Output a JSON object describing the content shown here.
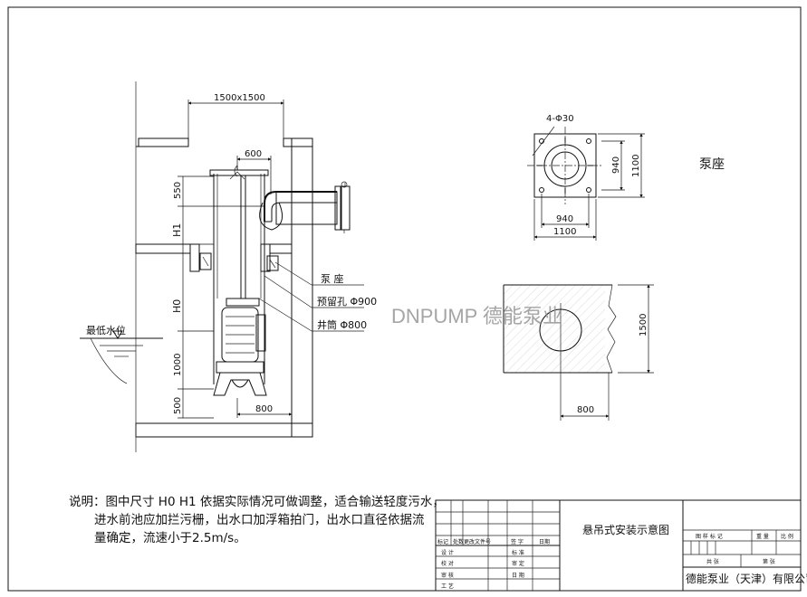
{
  "drawing_title": "悬吊式安装示意图",
  "company": "德能泵业（天津）有限公司",
  "watermark": "DNPUMP 德能泵业",
  "labels": {
    "pump_seat": "泵 座",
    "reserved_hole": "预留孔 Φ900",
    "well_tube": "井筒 Φ800",
    "lowest_water_level": "最低水位",
    "plan_title": "泵座"
  },
  "dimensions": {
    "top_opening": "1500x1500",
    "outlet_offset": "600",
    "h550": "550",
    "h1": "H1",
    "h0": "H0",
    "h1000": "1000",
    "h500": "500",
    "bottom_800": "800",
    "bolt_holes": "4-Φ30",
    "seat_940_v": "940",
    "seat_1100_v": "1100",
    "seat_940_h": "940",
    "seat_1100_h": "1100",
    "opening_1500": "1500",
    "opening_800": "800"
  },
  "notes": [
    "说明：图中尺寸 H0 H1 依据实际情况可做调整，适合输送轻度污水，",
    "进水前池应加拦污栅，出水口加浮箱拍门，出水口直径依据流",
    "量确定，流速小于2.5m/s。"
  ],
  "title_block": {
    "row_headers": [
      "标记",
      "处数",
      "更改文件号",
      "签 字",
      "日期"
    ],
    "design": "设 计",
    "check": "校 对",
    "review": "审 核",
    "process": "工 艺",
    "standard": "标 准",
    "approve": "审 定",
    "date": "日 期",
    "stage_mark": "图 样 标 记",
    "weight": "重 量",
    "ratio": "比 例",
    "sheets_total": "共 张",
    "sheet_no": "第 张"
  }
}
